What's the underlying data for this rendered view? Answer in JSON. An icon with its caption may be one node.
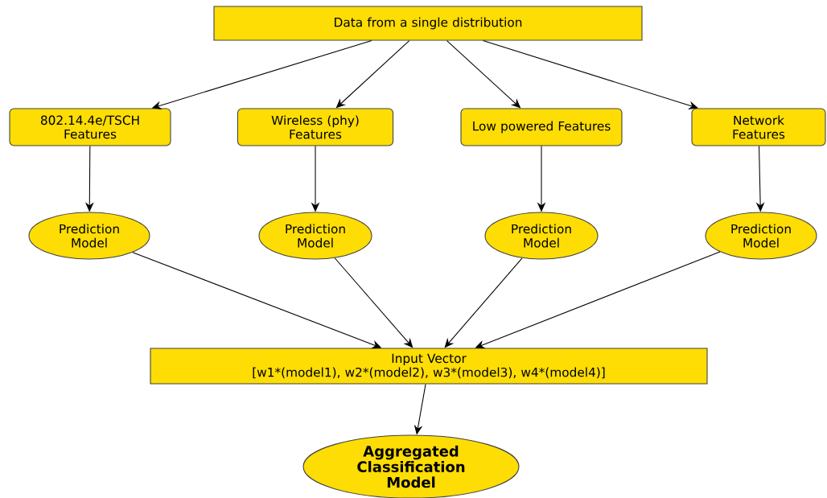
{
  "diagram": {
    "nodes": [
      {
        "text": [
          "Data from a single distribution"
        ]
      },
      {
        "text": [
          "802.14.4e/TSCH Features"
        ]
      },
      {
        "text": [
          "Wireless (phy) Features"
        ]
      },
      {
        "text": [
          "Low powered Features"
        ]
      },
      {
        "text": [
          "Network Features"
        ]
      },
      {
        "text": [
          "Prediction Model"
        ]
      },
      {
        "text": [
          "Prediction Model"
        ]
      },
      {
        "text": [
          "Prediction Model"
        ]
      },
      {
        "text": [
          "Prediction Model"
        ]
      },
      {
        "text": [
          "Input Vector",
          "[w1*(model1), w2*(model2), w3*(model3), w4*(model4)]"
        ]
      },
      {
        "text": [
          "Aggregated Classification Model"
        ]
      }
    ],
    "edges": [
      {
        "from": 0,
        "to": 1,
        "arrow": "to"
      },
      {
        "from": 0,
        "to": 2,
        "arrow": "to"
      },
      {
        "from": 0,
        "to": 3,
        "arrow": "to"
      },
      {
        "from": 0,
        "to": 4,
        "arrow": "to"
      },
      {
        "from": 1,
        "to": 5,
        "arrow": "to"
      },
      {
        "from": 2,
        "to": 6,
        "arrow": "to"
      },
      {
        "from": 3,
        "to": 7,
        "arrow": "to"
      },
      {
        "from": 4,
        "to": 8,
        "arrow": "to"
      },
      {
        "from": 5,
        "to": 9,
        "arrow": "to"
      },
      {
        "from": 6,
        "to": 9,
        "arrow": "to"
      },
      {
        "from": 7,
        "to": 9,
        "arrow": "to"
      },
      {
        "from": 8,
        "to": 9,
        "arrow": "to"
      },
      {
        "from": 9,
        "to": 10,
        "arrow": "to"
      }
    ]
  }
}
